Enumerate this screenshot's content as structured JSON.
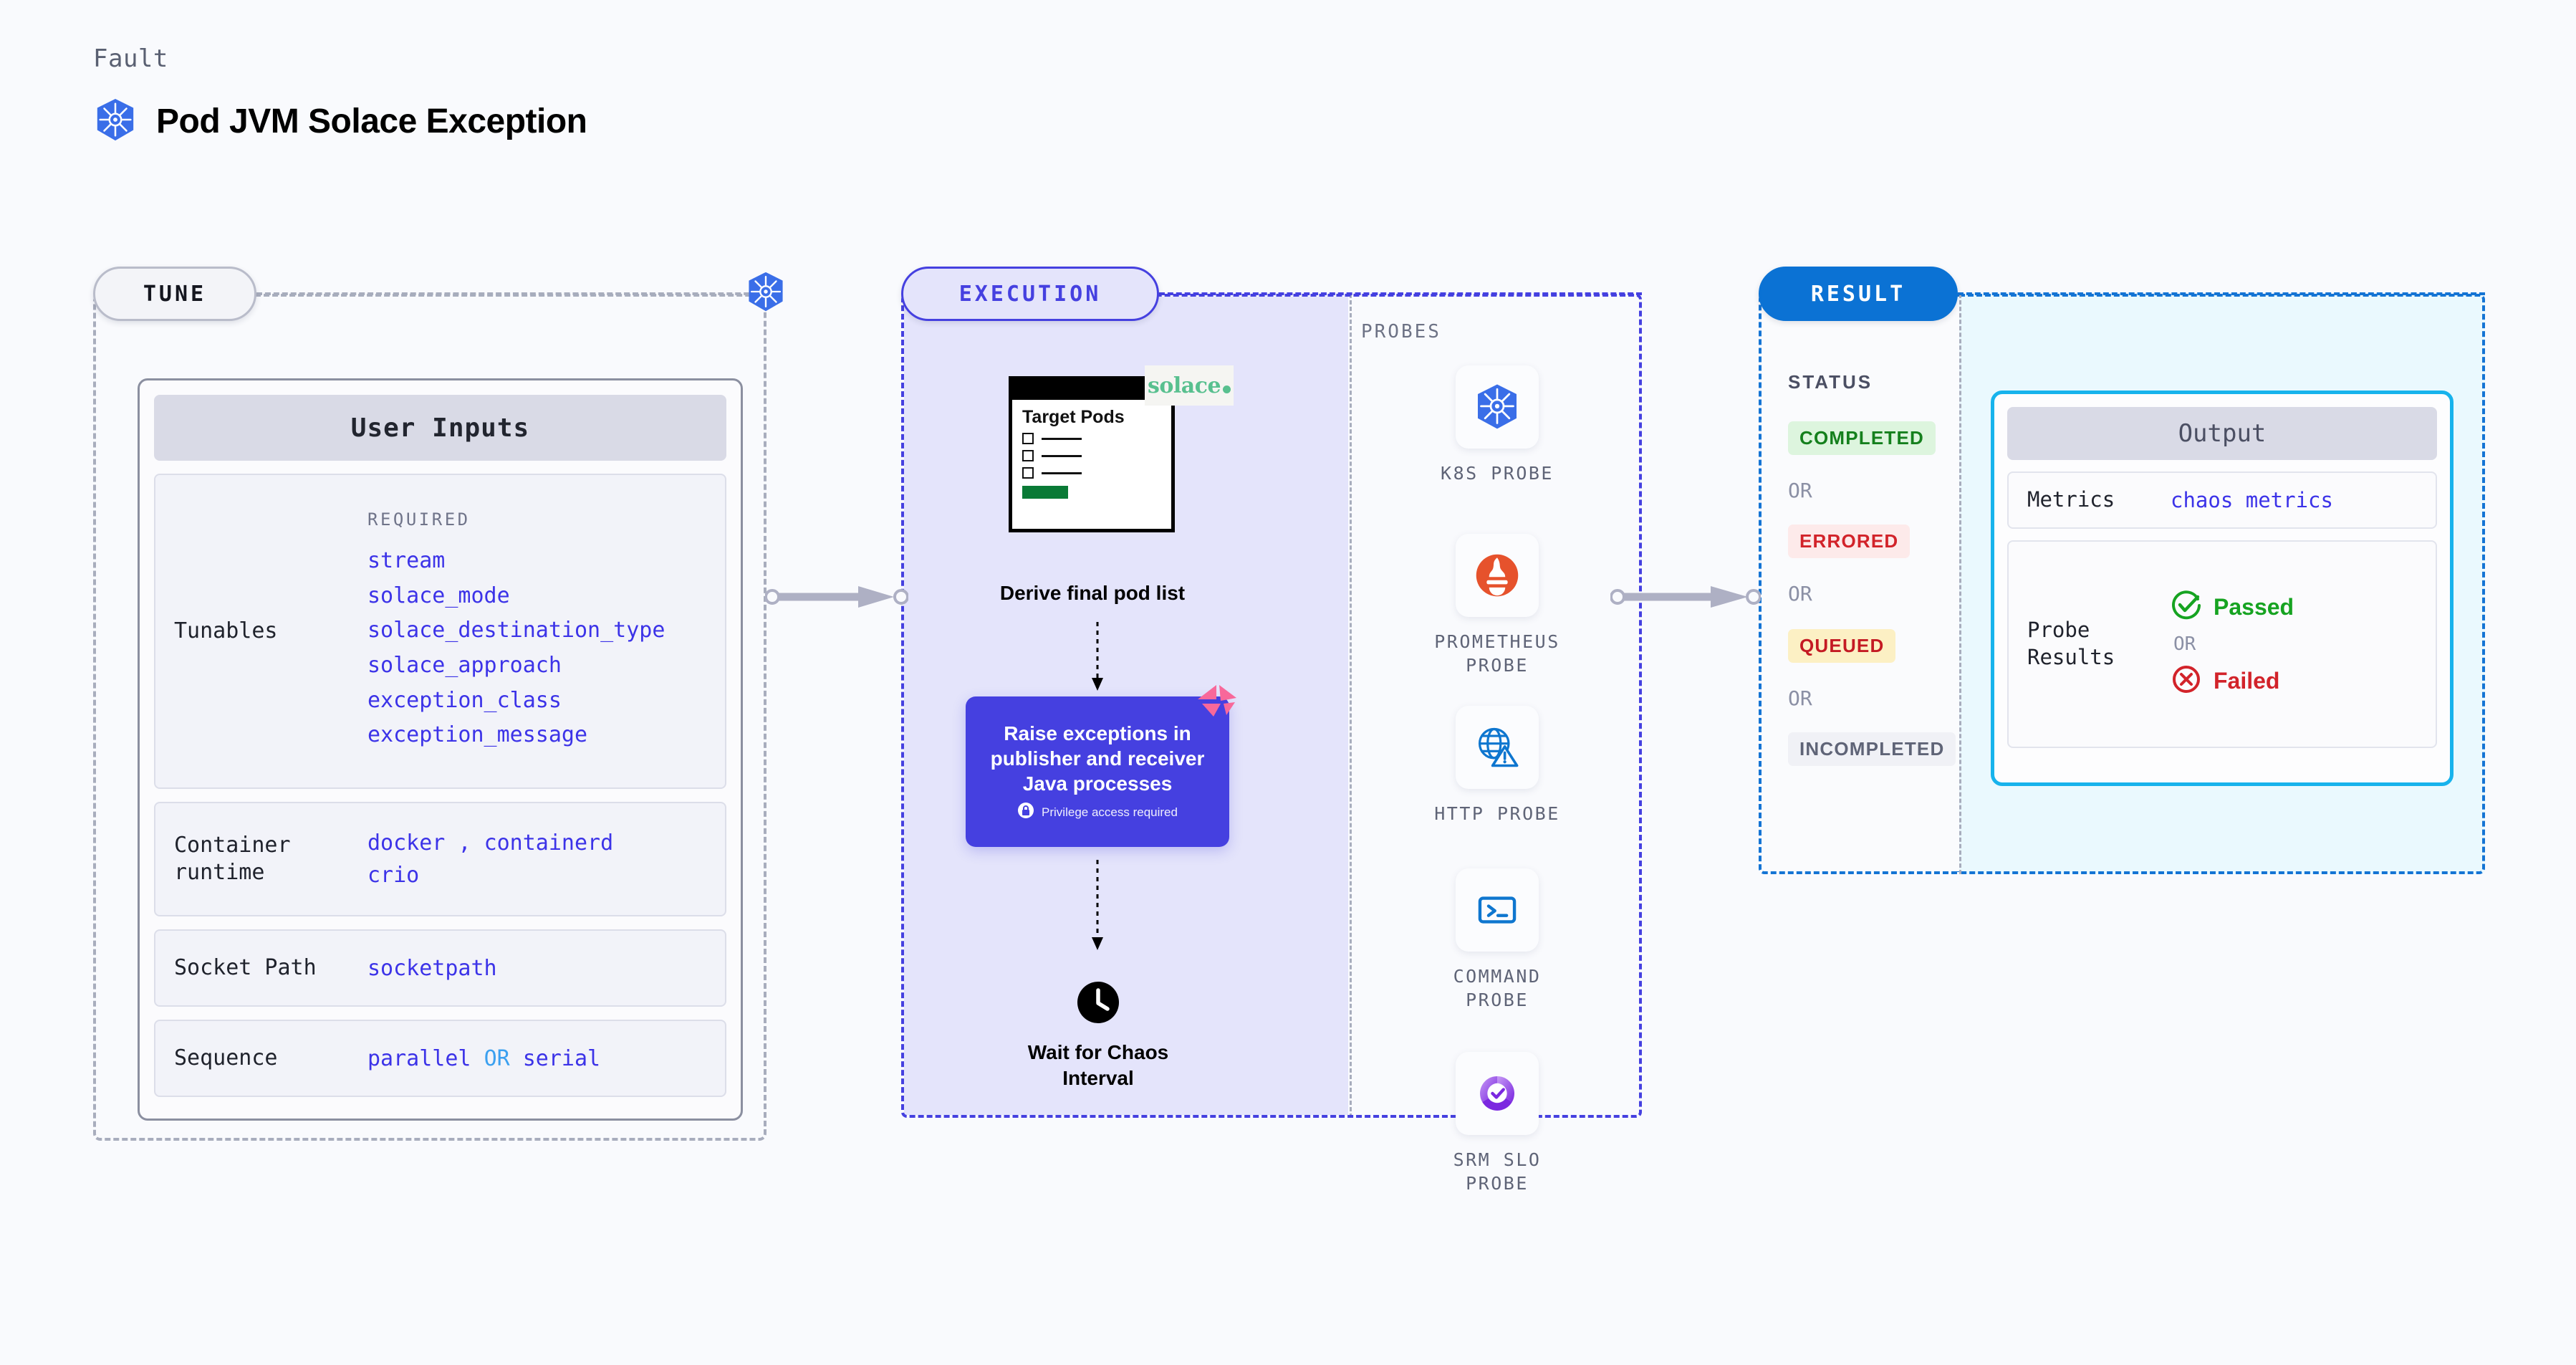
{
  "header": {
    "fault_label": "Fault",
    "title": "Pod JVM Solace Exception",
    "icon": "kubernetes-icon"
  },
  "tune": {
    "badge": "TUNE",
    "card_title": "User Inputs",
    "required_heading": "REQUIRED",
    "rows": [
      {
        "label": "Tunables",
        "tunables": [
          "stream",
          "solace_mode",
          "solace_destination_type",
          "solace_approach",
          "exception_class",
          "exception_message"
        ]
      },
      {
        "label": "Container runtime",
        "values_line1": [
          "docker",
          "containerd"
        ],
        "separator": ",",
        "values_line2": [
          "crio"
        ]
      },
      {
        "label": "Socket Path",
        "value": "socketpath"
      },
      {
        "label": "Sequence",
        "value_a": "parallel",
        "or": "OR",
        "value_b": "serial"
      }
    ]
  },
  "execution": {
    "badge": "EXECUTION",
    "pods_card": {
      "title": "Target Pods",
      "logo": "solace"
    },
    "derive_label": "Derive final pod list",
    "action": {
      "text": "Raise exceptions in publisher and receiver Java processes",
      "privilege_note": "Privilege access required",
      "badge": "chaos-logo"
    },
    "wait_label": "Wait for Chaos Interval",
    "probes_heading": "PROBES",
    "probes": [
      {
        "name": "K8S PROBE",
        "icon": "kubernetes-icon"
      },
      {
        "name": "PROMETHEUS PROBE",
        "icon": "prometheus-icon"
      },
      {
        "name": "HTTP PROBE",
        "icon": "http-globe-warning-icon"
      },
      {
        "name": "COMMAND PROBE",
        "icon": "terminal-icon"
      },
      {
        "name": "SRM SLO PROBE",
        "icon": "srm-slo-icon"
      }
    ]
  },
  "result": {
    "badge": "RESULT",
    "status_heading": "STATUS",
    "or_label": "OR",
    "statuses": [
      {
        "label": "COMPLETED",
        "bg": "#ddf5de",
        "fg": "#15801d"
      },
      {
        "label": "ERRORED",
        "bg": "#fdeaea",
        "fg": "#d2232a"
      },
      {
        "label": "QUEUED",
        "bg": "#fcf0c4",
        "fg": "#c41a23"
      },
      {
        "label": "INCOMPLETED",
        "bg": "#f0f1f6",
        "fg": "#5f6477"
      }
    ],
    "output": {
      "title": "Output",
      "metrics_label": "Metrics",
      "metrics_value": "chaos metrics",
      "probe_results_label": "Probe Results",
      "passed": "Passed",
      "failed": "Failed",
      "or_label": "OR"
    }
  },
  "colors": {
    "page_bg": "#f9fafd",
    "tune_border": "#a8adbd",
    "exec_accent": "#4540e0",
    "exec_fill": "#e4e4fb",
    "result_accent": "#1474d4",
    "output_accent": "#17b3ec",
    "output_fill": "#eaf9fe",
    "code_blue": "#3c33e8",
    "passed_green": "#16a321",
    "failed_red": "#d2232a"
  }
}
